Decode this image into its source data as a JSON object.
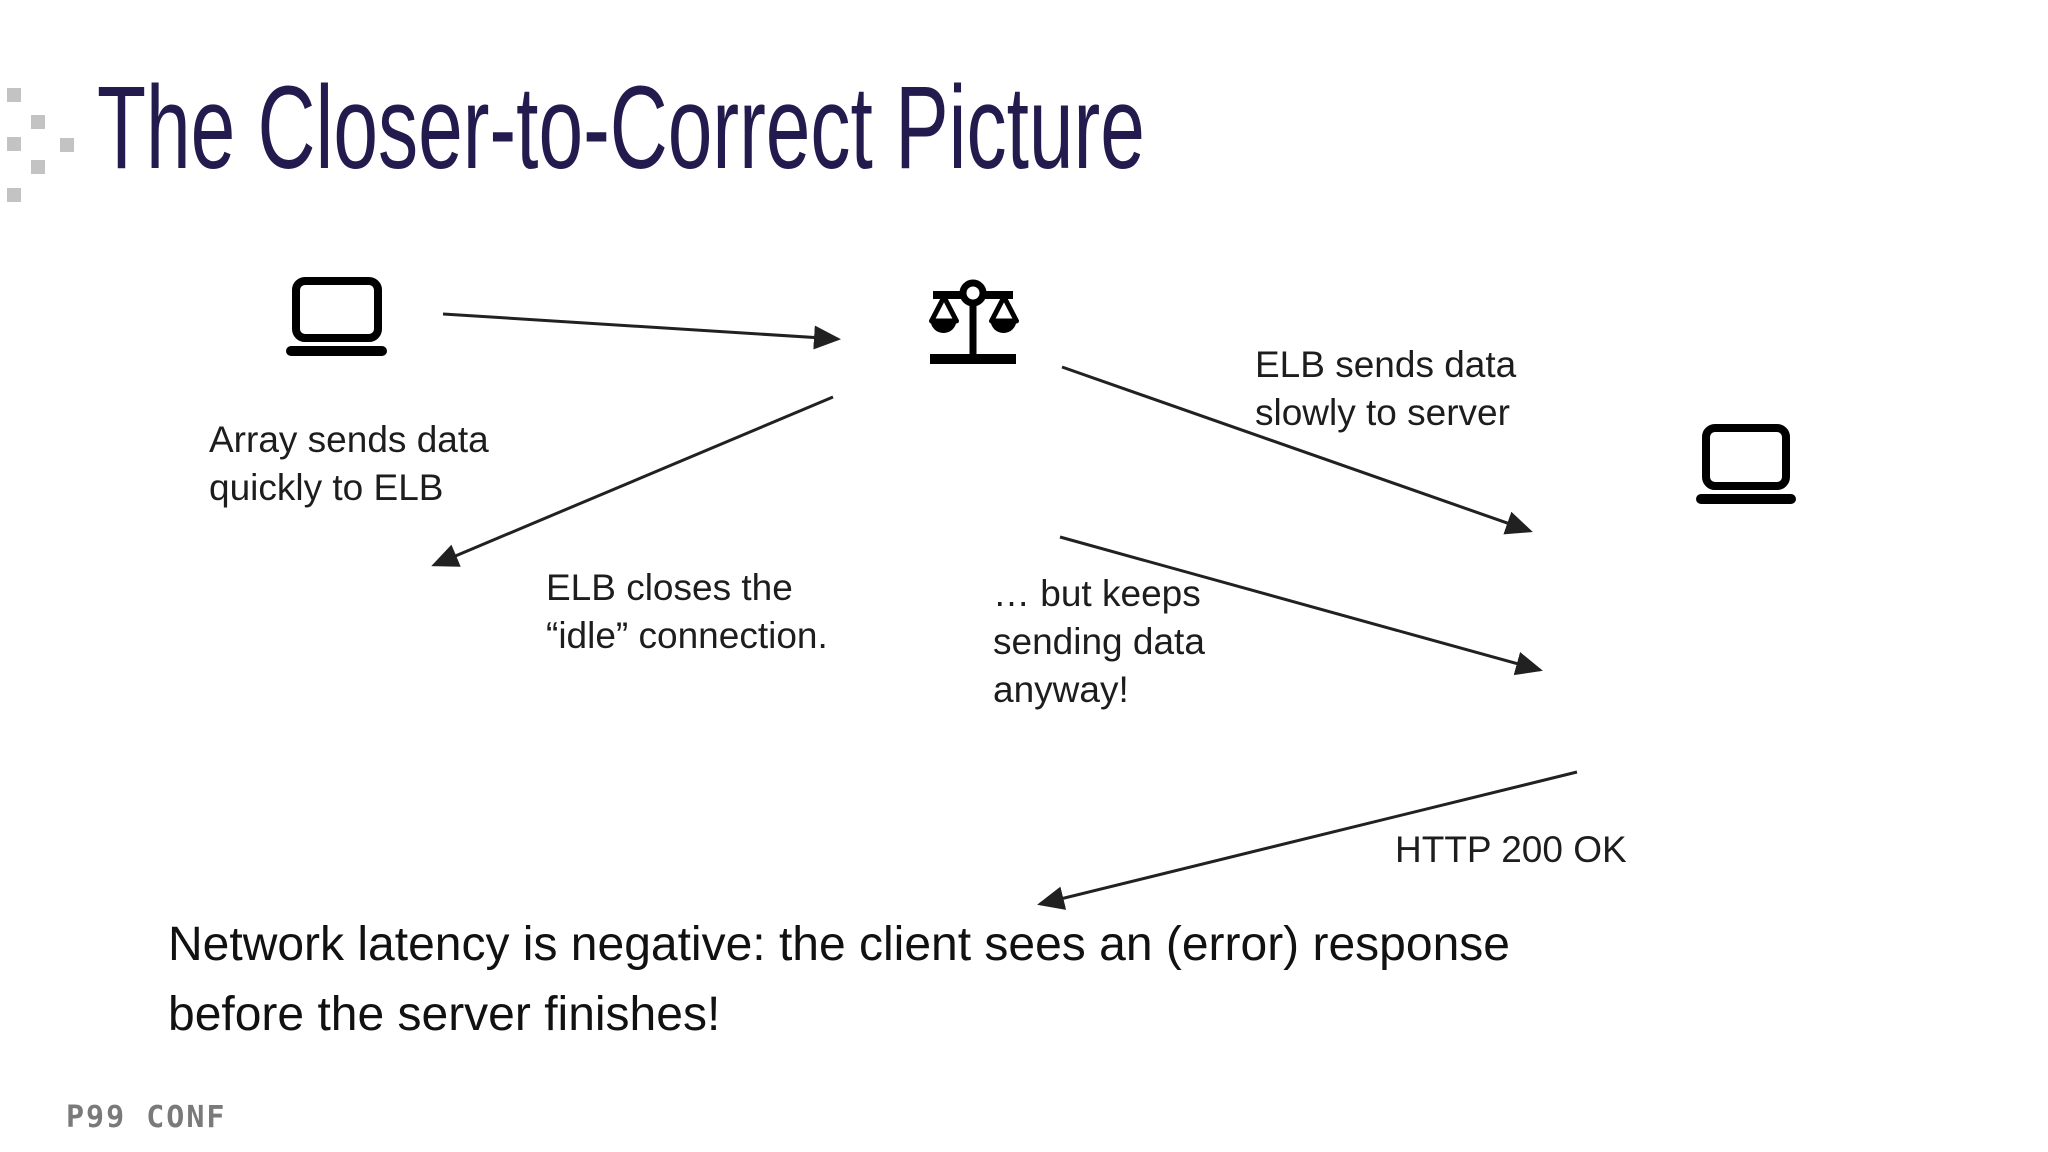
{
  "slide": {
    "title": "The Closer-to-Correct Picture",
    "conclusion": "Network latency is negative: the client sees an (error) response\nbefore the server finishes!",
    "footer_logo": "P99 CONF"
  },
  "diagram": {
    "nodes": [
      {
        "id": "client",
        "icon": "laptop-icon"
      },
      {
        "id": "load-balancer",
        "icon": "scale-icon"
      },
      {
        "id": "server",
        "icon": "laptop-icon"
      }
    ],
    "labels": {
      "client_to_elb": "Array sends data\nquickly to ELB",
      "elb_to_server": "ELB sends data\nslowly to server",
      "elb_closes": "ELB closes the\n“idle” connection.",
      "keeps_sending": "… but keeps\nsending data\nanyway!",
      "http_response": "HTTP 200 OK"
    }
  },
  "colors": {
    "title": "#231b4d",
    "body_text": "#1d1d1d",
    "arrow": "#212121",
    "logo": "#7a7a7a",
    "decoration": "#c3c3c3"
  }
}
